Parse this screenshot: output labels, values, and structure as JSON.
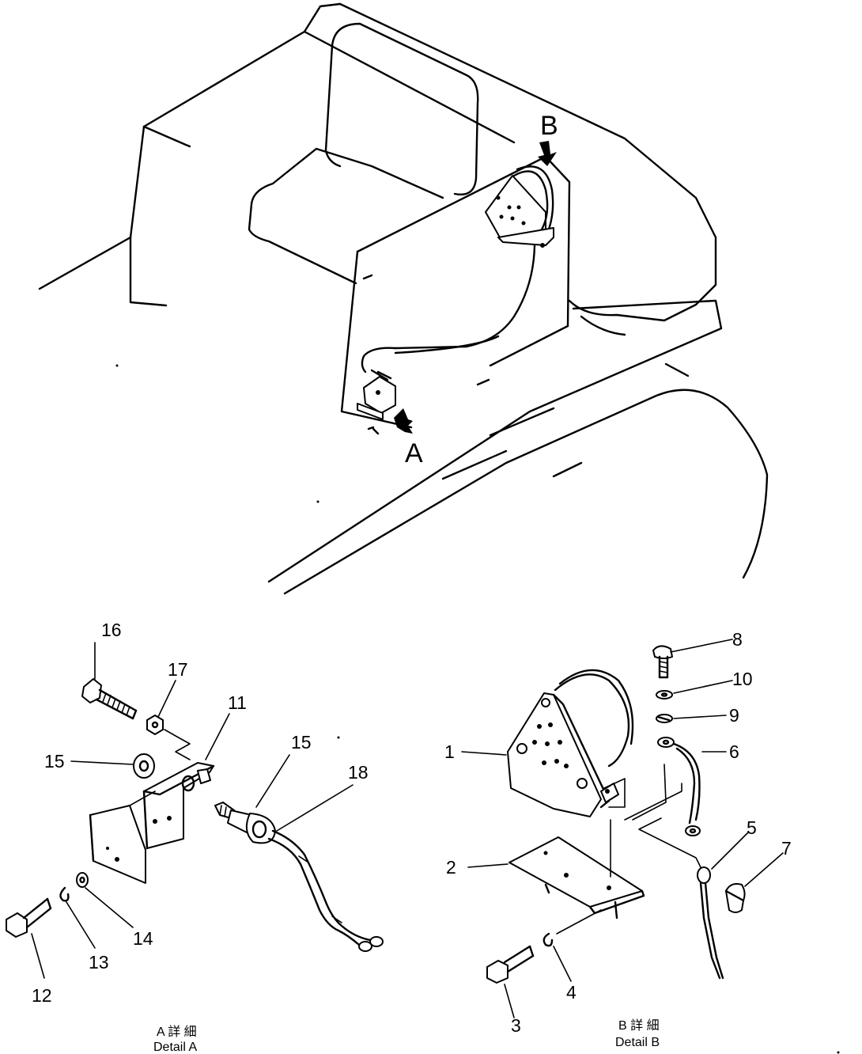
{
  "view_markers": {
    "a": "A",
    "b": "B"
  },
  "callouts": {
    "c1": "1",
    "c2": "2",
    "c3": "3",
    "c4": "4",
    "c5": "5",
    "c6": "6",
    "c7": "7",
    "c8": "8",
    "c9": "9",
    "c10": "10",
    "c11": "11",
    "c12": "12",
    "c13": "13",
    "c14": "14",
    "c15a": "15",
    "c15b": "15",
    "c16": "16",
    "c17": "17",
    "c18": "18"
  },
  "captions": {
    "detail_a_jp": "A 詳 細",
    "detail_a_en": "Detail A",
    "detail_b_jp": "B 詳 細",
    "detail_b_en": "Detail B"
  }
}
